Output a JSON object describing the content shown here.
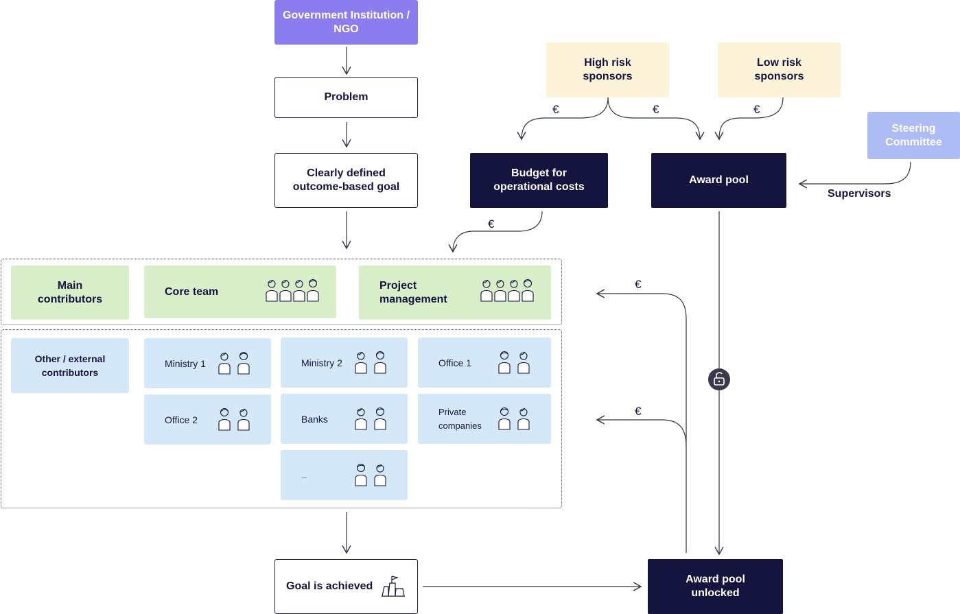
{
  "nodes": {
    "government": "Government Institution /\nNGO",
    "problem": "Problem",
    "goal": "Clearly defined\noutcome-based goal",
    "budget": "Budget for\noperational costs",
    "award_pool": "Award pool",
    "high_risk": "High risk\nsponsors",
    "low_risk": "Low risk\nsponsors",
    "steering": "Steering\nCommittee",
    "goal_achieved": "Goal is achieved",
    "award_unlocked": "Award pool\nunlocked"
  },
  "labels": {
    "supervisors": "Supervisors",
    "euro": "€"
  },
  "main_group": {
    "main_contributors": "Main\ncontributors",
    "core_team": "Core team",
    "project_management": "Project\nmanagement"
  },
  "external_group": {
    "title": "Other / external\ncontributors",
    "ministry1": "Ministry 1",
    "ministry2": "Ministry 2",
    "office1": "Office 1",
    "office2": "Office 2",
    "banks": "Banks",
    "private": "Private\ncompanies",
    "more": "..."
  },
  "colors": {
    "navy": "#14143f",
    "purple": "#8b7cf0",
    "cream": "#fdf3d8",
    "steering": "#aebcf5",
    "green": "#d9efc9",
    "blue": "#d4e8f8"
  },
  "icons": {
    "people": "people-icon",
    "lock": "unlock-icon",
    "flag": "summit-flag-icon"
  }
}
